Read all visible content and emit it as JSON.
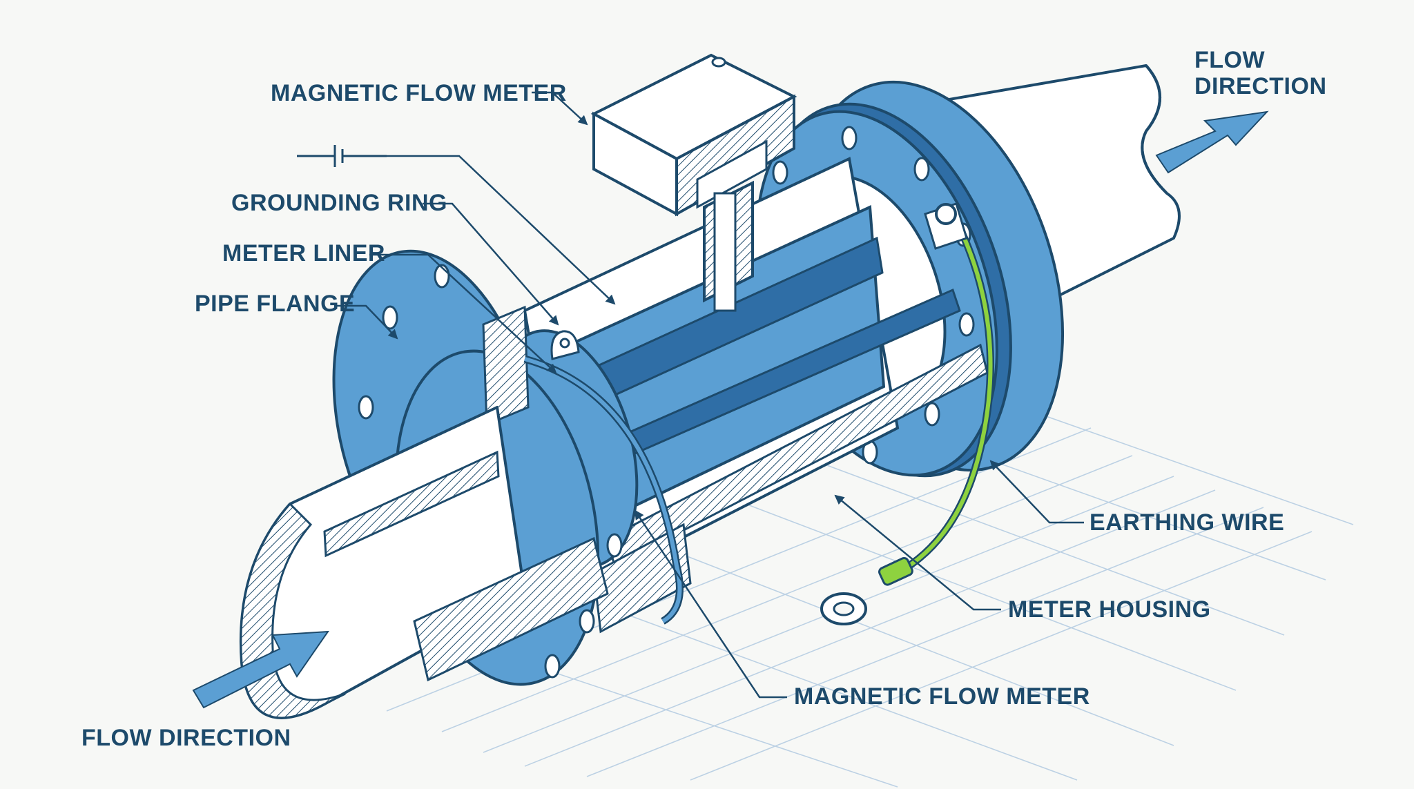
{
  "labels": {
    "meter_top": "MAGNETIC FLOW METER",
    "grounding_ring": "GROUNDING RING",
    "meter_liner": "METER LINER",
    "pipe_flange": "PIPE FLANGE",
    "flow_out_line1": "FLOW",
    "flow_out_line2": "DIRECTION",
    "earthing_wire": "EARTHING WIRE",
    "meter_housing": "METER HOUSING",
    "meter_bottom": "MAGNETIC FLOW METER",
    "flow_in": "FLOW DIRECTION"
  },
  "colors": {
    "outline": "#1d4a6b",
    "blue_fill": "#5b9fd3",
    "dark_blue": "#2f6ea6",
    "wire_green": "#8ed23f",
    "background": "#f7f8f6",
    "grid": "#bcd1e4"
  },
  "icons": {
    "battery": "battery-symbol-icon",
    "inlet_arrow": "flow-arrow-icon",
    "outlet_arrow": "flow-arrow-icon"
  }
}
